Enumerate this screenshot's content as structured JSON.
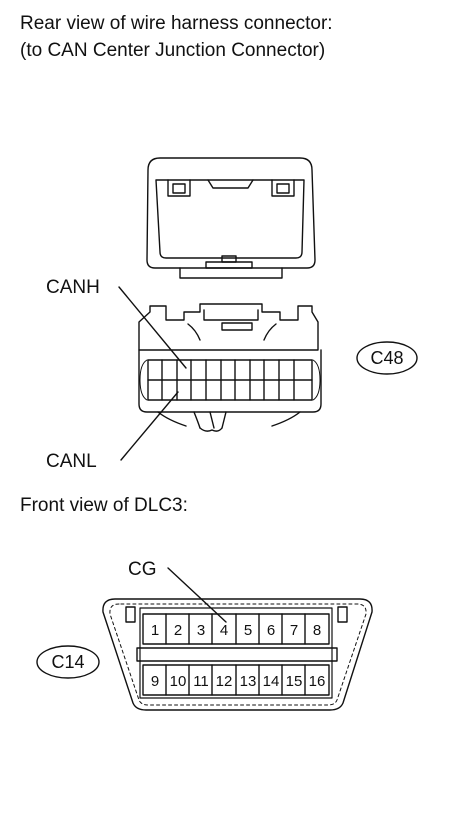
{
  "captions": {
    "line1": "Rear view of wire harness connector:",
    "line2": "(to CAN Center Junction Connector)",
    "dlc3": "Front view of DLC3:"
  },
  "c48": {
    "tag": "C48",
    "canh_label": "CANH",
    "canl_label": "CANL"
  },
  "dlc3": {
    "tag": "C14",
    "cg_label": "CG",
    "pins_top": [
      "1",
      "2",
      "3",
      "4",
      "5",
      "6",
      "7",
      "8"
    ],
    "pins_bottom": [
      "9",
      "10",
      "11",
      "12",
      "13",
      "14",
      "15",
      "16"
    ]
  },
  "colors": {
    "line": "#111111",
    "background": "#ffffff"
  }
}
